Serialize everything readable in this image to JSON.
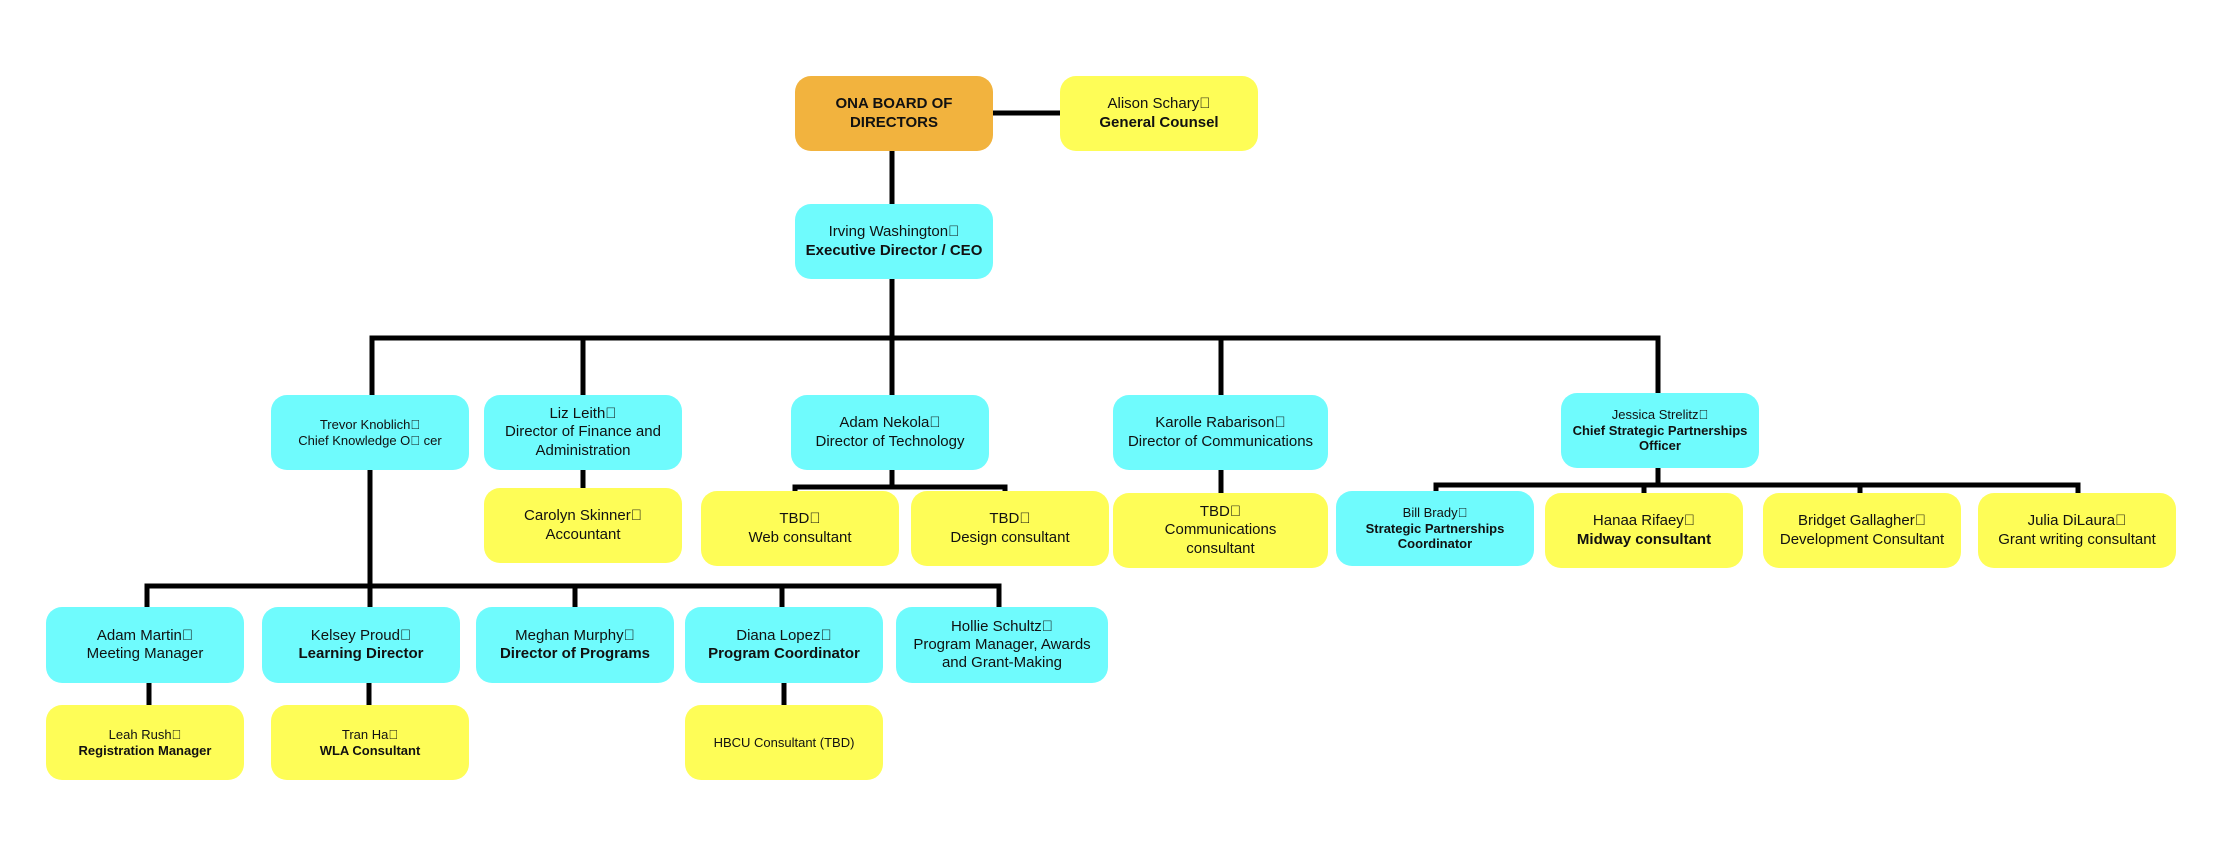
{
  "board": {
    "line1": "ONA BOARD OF",
    "line2": "DIRECTORS"
  },
  "counsel": {
    "name": "Alison Schary\u0000",
    "title": "General Counsel"
  },
  "ceo": {
    "name": "Irving Washington\u0000",
    "title": "Executive Director / CEO"
  },
  "directors": {
    "trevor": {
      "name": "Trevor Knoblich\u0000",
      "title": "Chief Knowledge O\u0000 cer"
    },
    "liz": {
      "name": "Liz Leith\u0000",
      "title1": "Director of Finance and",
      "title2": "Administration"
    },
    "adamn": {
      "name": "Adam Nekola\u0000",
      "title": "Director of Technology"
    },
    "karolle": {
      "name": "Karolle Rabarison\u0000",
      "title": "Director of Communications"
    },
    "jessica": {
      "name": "Jessica Strelitz\u0000",
      "title1": "Chief Strategic Partnerships",
      "title2": "Officer"
    }
  },
  "reports": {
    "carolyn": {
      "name": "Carolyn Skinner\u0000",
      "title": "Accountant"
    },
    "tbd_web": {
      "name": "TBD\u0000",
      "title": "Web consultant"
    },
    "tbd_design": {
      "name": "TBD\u0000",
      "title": "Design consultant"
    },
    "tbd_comms": {
      "name": "TBD\u0000",
      "title1": "Communications",
      "title2": "consultant"
    },
    "bill": {
      "name": "Bill Brady\u0000",
      "title1": "Strategic Partnerships",
      "title2": "Coordinator"
    },
    "hanaa": {
      "name": "Hanaa Rifaey\u0000",
      "title": "Midway consultant"
    },
    "bridget": {
      "name": "Bridget Gallagher\u0000",
      "title": "Development Consultant"
    },
    "julia": {
      "name": "Julia DiLaura\u0000",
      "title": "Grant writing consultant"
    },
    "adamm": {
      "name": "Adam Martin\u0000",
      "title": "Meeting Manager"
    },
    "kelsey": {
      "name": "Kelsey Proud\u0000",
      "title": "Learning Director"
    },
    "meghan": {
      "name": "Meghan Murphy\u0000",
      "title": "Director of Programs"
    },
    "diana": {
      "name": "Diana Lopez\u0000",
      "title": "Program Coordinator"
    },
    "hollie": {
      "name": "Hollie Schultz\u0000",
      "title1": "Program Manager, Awards",
      "title2": "and Grant-Making"
    },
    "leah": {
      "name": "Leah Rush\u0000",
      "title": "Registration Manager"
    },
    "tran": {
      "name": "Tran Ha\u0000",
      "title": "WLA Consultant"
    },
    "hbcu": {
      "name": "HBCU Consultant (TBD)"
    }
  },
  "colors": {
    "board": "#f2b33e",
    "staff": "#6ffbfd",
    "consultant": "#fefd57",
    "connector": "#000000"
  }
}
